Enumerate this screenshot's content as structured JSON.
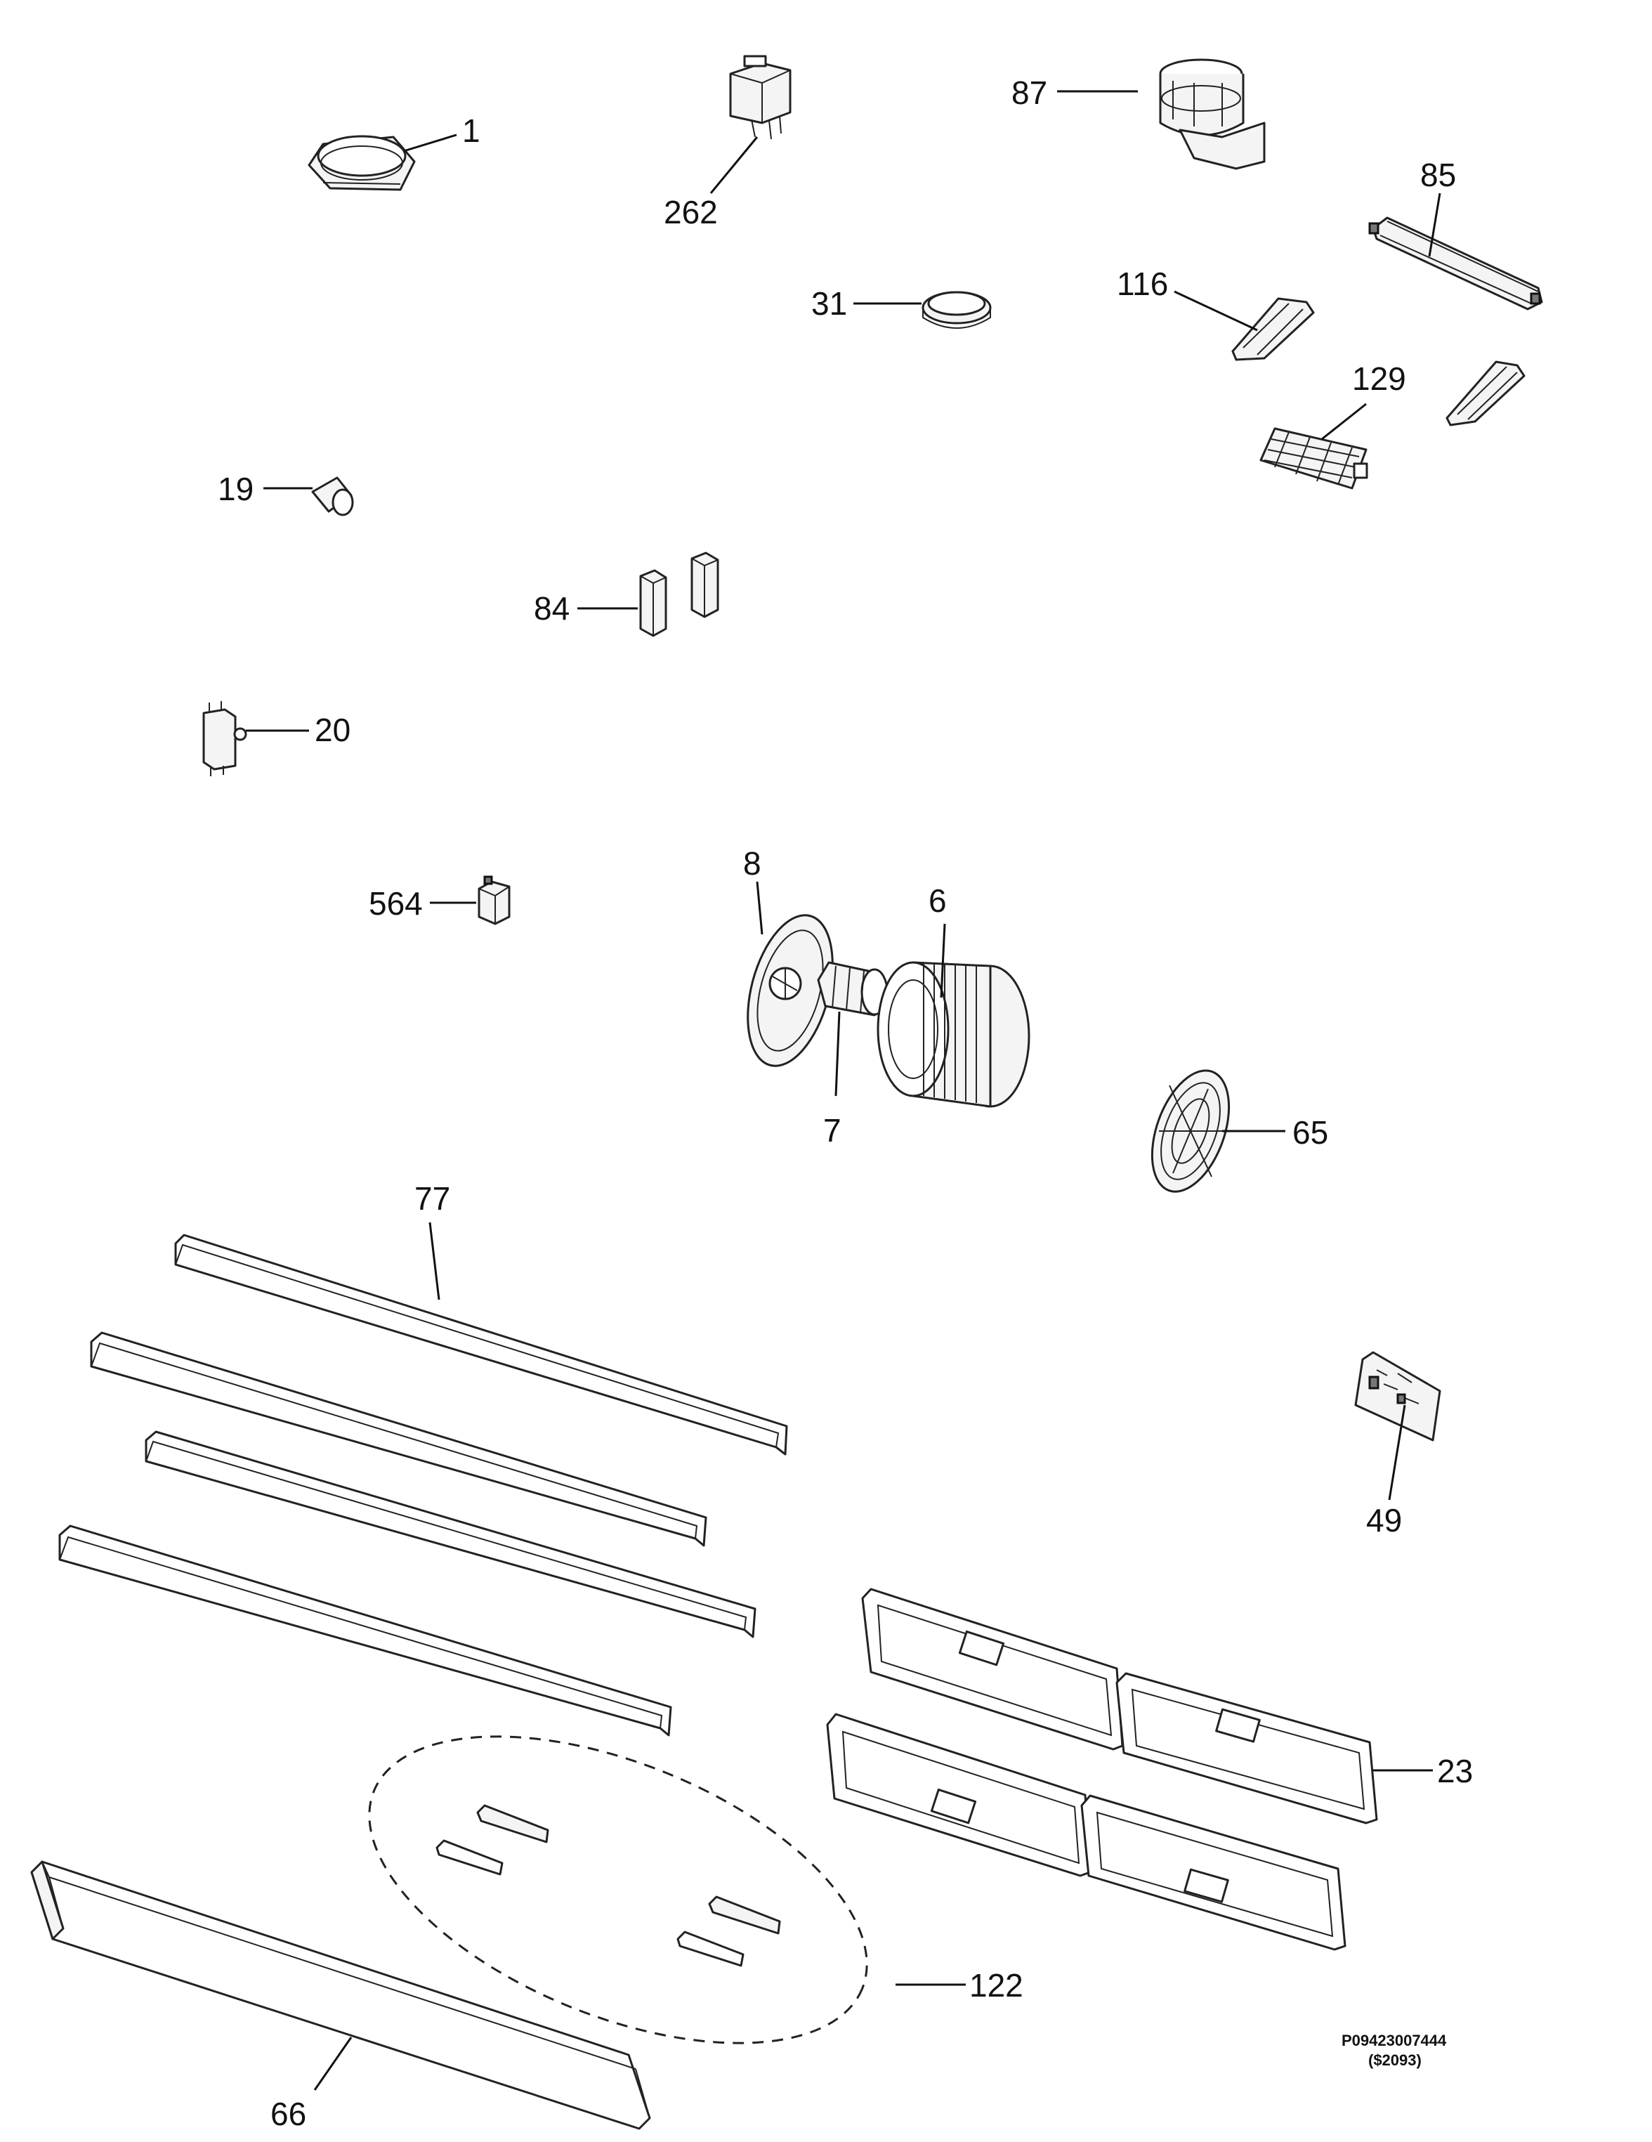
{
  "callouts": {
    "c1": "1",
    "c262": "262",
    "c87": "87",
    "c85": "85",
    "c31": "31",
    "c116": "116",
    "c129": "129",
    "c19": "19",
    "c84": "84",
    "c20": "20",
    "c564": "564",
    "c8": "8",
    "c6": "6",
    "c7": "7",
    "c65": "65",
    "c77": "77",
    "c49": "49",
    "c23": "23",
    "c122": "122",
    "c66": "66"
  },
  "reference": {
    "code": "P09423007444",
    "sub": "($2093)"
  }
}
